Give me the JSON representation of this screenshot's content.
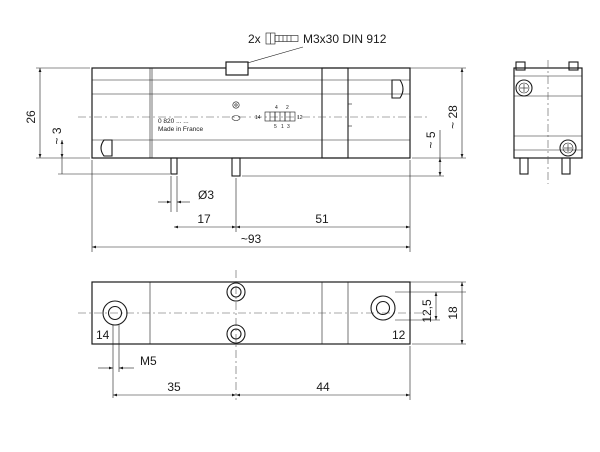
{
  "screw_callout": {
    "count": "2x",
    "spec": "M3x30 DIN 912"
  },
  "front_view": {
    "part_number": "0 820 ... ...",
    "origin": "Made in France",
    "port_labels": [
      "4",
      "2",
      "14",
      "12",
      "5",
      "1",
      "3"
    ],
    "dims": {
      "height": "26",
      "offset_left": "~ 3",
      "pin_diameter": "Ø3",
      "pin_to_pin": "17",
      "pin_to_right": "51",
      "overall_length": "~93",
      "offset_right": "~ 5",
      "overall_height": "~ 28"
    }
  },
  "bottom_view": {
    "port_left": "14",
    "port_right": "12",
    "thread": "M5",
    "dims": {
      "left_to_center": "35",
      "center_to_right": "44",
      "hole_height": "12,5",
      "width": "18"
    }
  }
}
